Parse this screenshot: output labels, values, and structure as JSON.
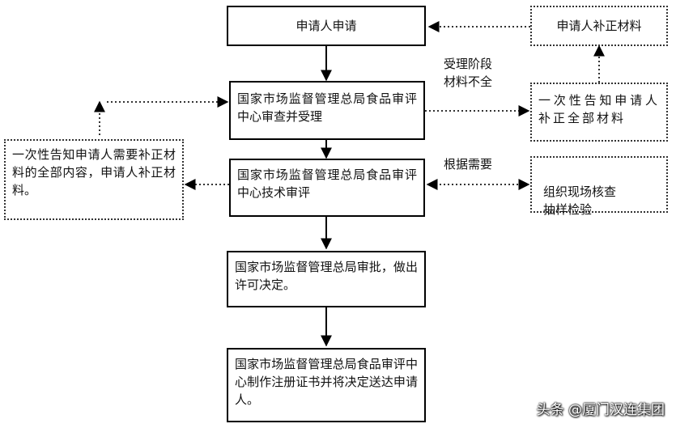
{
  "nodes": {
    "apply": "申请人申请",
    "supplement_material": "申请人补正材料",
    "accept": "国家市场监督管理总局食品审评中心审查并受理",
    "notify_full": "一次性告知申请人补正全部材料",
    "notify_left": "一次性告知申请人需要补正材料的全部内容，申请人补正材料。",
    "tech_review": "国家市场监督管理总局食品审评中心技术审评",
    "onsite": "组织现场核查\n抽样检验",
    "approve": "国家市场监督管理总局审批，做出许可决定。",
    "certificate": "国家市场监督管理总局食品审评中心制作注册证书并将决定送达申请人。"
  },
  "labels": {
    "incomplete": "受理阶段\n材料不全",
    "as_needed": "根据需要"
  },
  "watermark": "头条 @厦门汉连集团",
  "colors": {
    "line": "#000000",
    "dotted_line": "#333333",
    "background": "#ffffff"
  }
}
